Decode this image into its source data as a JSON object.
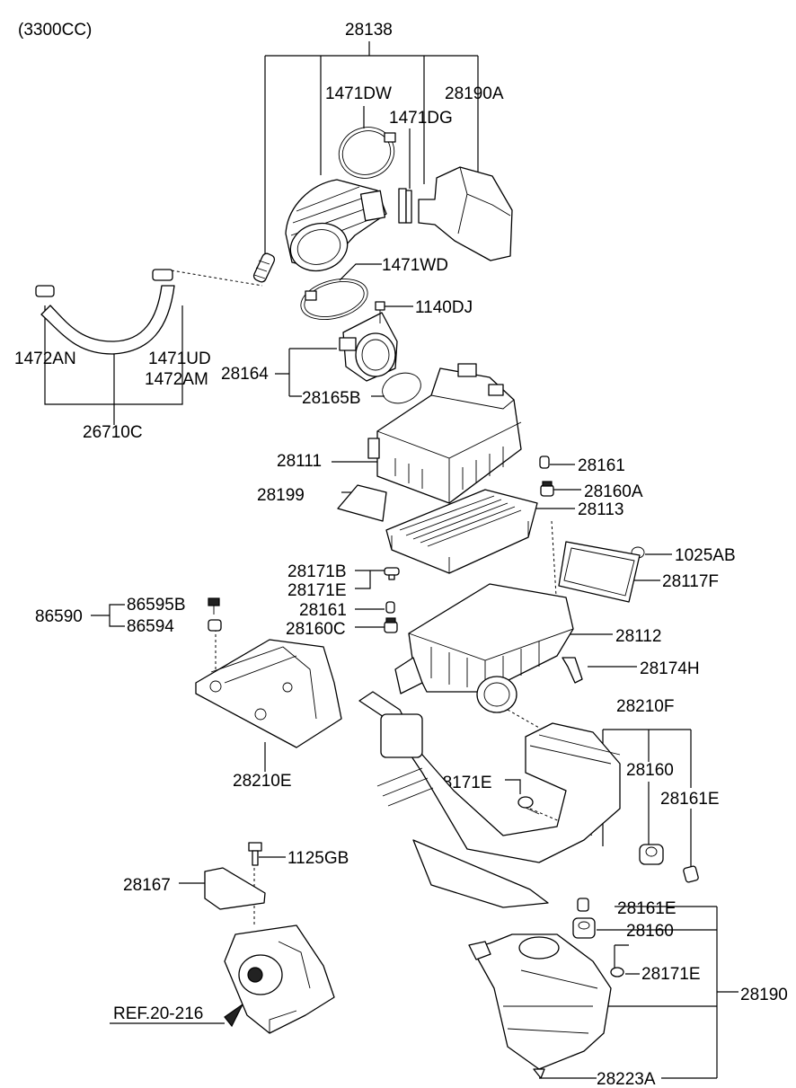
{
  "variant": "(3300CC)",
  "labels": {
    "p28138": "28138",
    "p1471DW": "1471DW",
    "p1471DG": "1471DG",
    "p28190A": "28190A",
    "p1471WD": "1471WD",
    "p1140DJ": "1140DJ",
    "p1472AN": "1472AN",
    "p1471UD": "1471UD",
    "p1472AM": "1472AM",
    "p28164": "28164",
    "p28165B": "28165B",
    "p26710C": "26710C",
    "p28111": "28111",
    "p28161a": "28161",
    "p28160A": "28160A",
    "p28199": "28199",
    "p28113": "28113",
    "p1025AB": "1025AB",
    "p28117F": "28117F",
    "p28171B": "28171B",
    "p28171E_a": "28171E",
    "p28161b": "28161",
    "p28160C": "28160C",
    "p86590": "86590",
    "p86595B": "86595B",
    "p86594": "86594",
    "p28112": "28112",
    "p28174H": "28174H",
    "p28210F": "28210F",
    "p28160a": "28160",
    "p28161E_a": "28161E",
    "p28210E": "28210E",
    "p28171E_b": "28171E",
    "p1125GB": "1125GB",
    "p28167": "28167",
    "p28161E_b": "28161E",
    "p28160b": "28160",
    "p28171E_c": "28171E",
    "p28190": "28190",
    "ref": "REF.20-216",
    "p28223A": "28223A"
  }
}
